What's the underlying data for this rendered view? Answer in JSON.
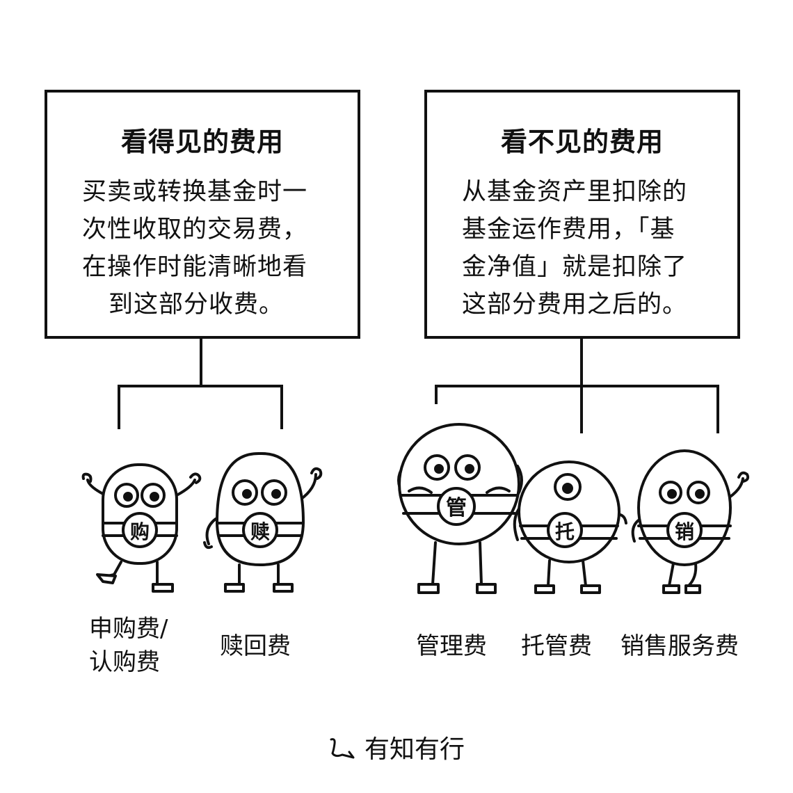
{
  "left_box": {
    "title": "看得见的费用",
    "lines": [
      "买卖或转换基金时一",
      "次性收取的交易费，",
      "在操作时能清晰地看",
      "到这部分收费。"
    ]
  },
  "right_box": {
    "title": "看不见的费用",
    "lines": [
      "从基金资产里扣除的",
      "基金运作费用，「基",
      "金净值」就是扣除了",
      "这部分费用之后的。"
    ]
  },
  "characters": [
    {
      "badge": "购",
      "label_lines": [
        "申购费/",
        "认购费"
      ]
    },
    {
      "badge": "赎",
      "label_lines": [
        "赎回费"
      ]
    },
    {
      "badge": "管",
      "label_lines": [
        "管理费"
      ]
    },
    {
      "badge": "托",
      "label_lines": [
        "托管费"
      ]
    },
    {
      "badge": "销",
      "label_lines": [
        "销售服务费"
      ]
    }
  ],
  "footer": {
    "text": "有知有行",
    "logo_icon": "brush-stroke-logo-icon"
  }
}
